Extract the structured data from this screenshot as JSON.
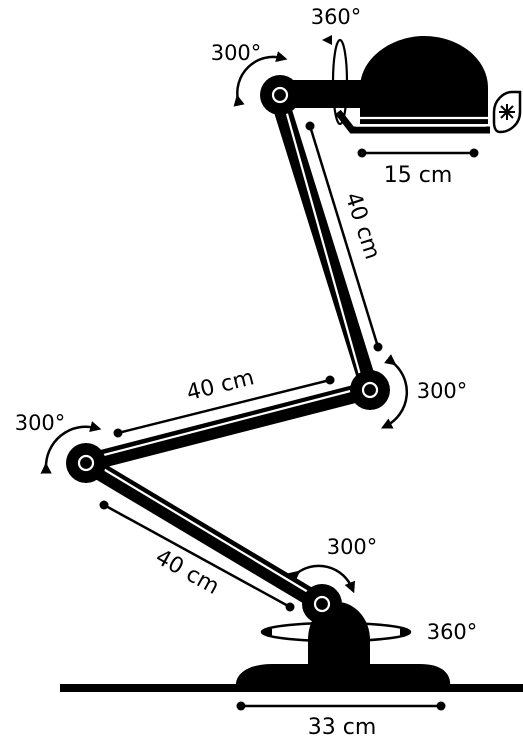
{
  "diagram": {
    "arm_lengths": {
      "upper_arm": "40 cm",
      "middle_arm": "40 cm",
      "lower_arm": "40 cm"
    },
    "shade_length": "15 cm",
    "base_width": "33 cm",
    "rotations": {
      "shade_swivel": "360°",
      "head_joint": "300°",
      "elbow_joint": "300°",
      "knee_joint": "300°",
      "base_joint": "300°",
      "base_swivel": "360°"
    },
    "colors": {
      "ink": "#000000",
      "paper": "#ffffff"
    },
    "icons": {
      "switch": "switch-icon"
    }
  }
}
